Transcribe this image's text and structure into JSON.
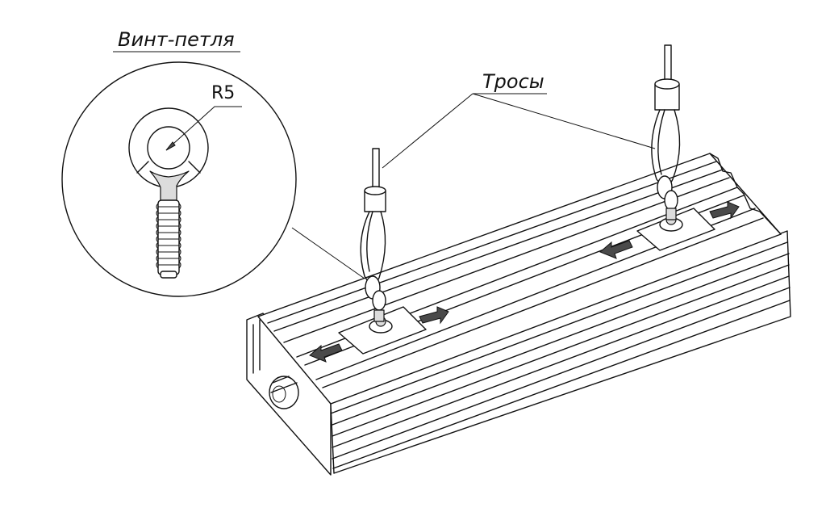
{
  "labels": {
    "eye_screw": "Винт-петля",
    "cables": "Тросы",
    "radius": "R5"
  },
  "colors": {
    "ink": "#111111",
    "arrow_fill": "#4a4a4a",
    "background": "#ffffff"
  }
}
